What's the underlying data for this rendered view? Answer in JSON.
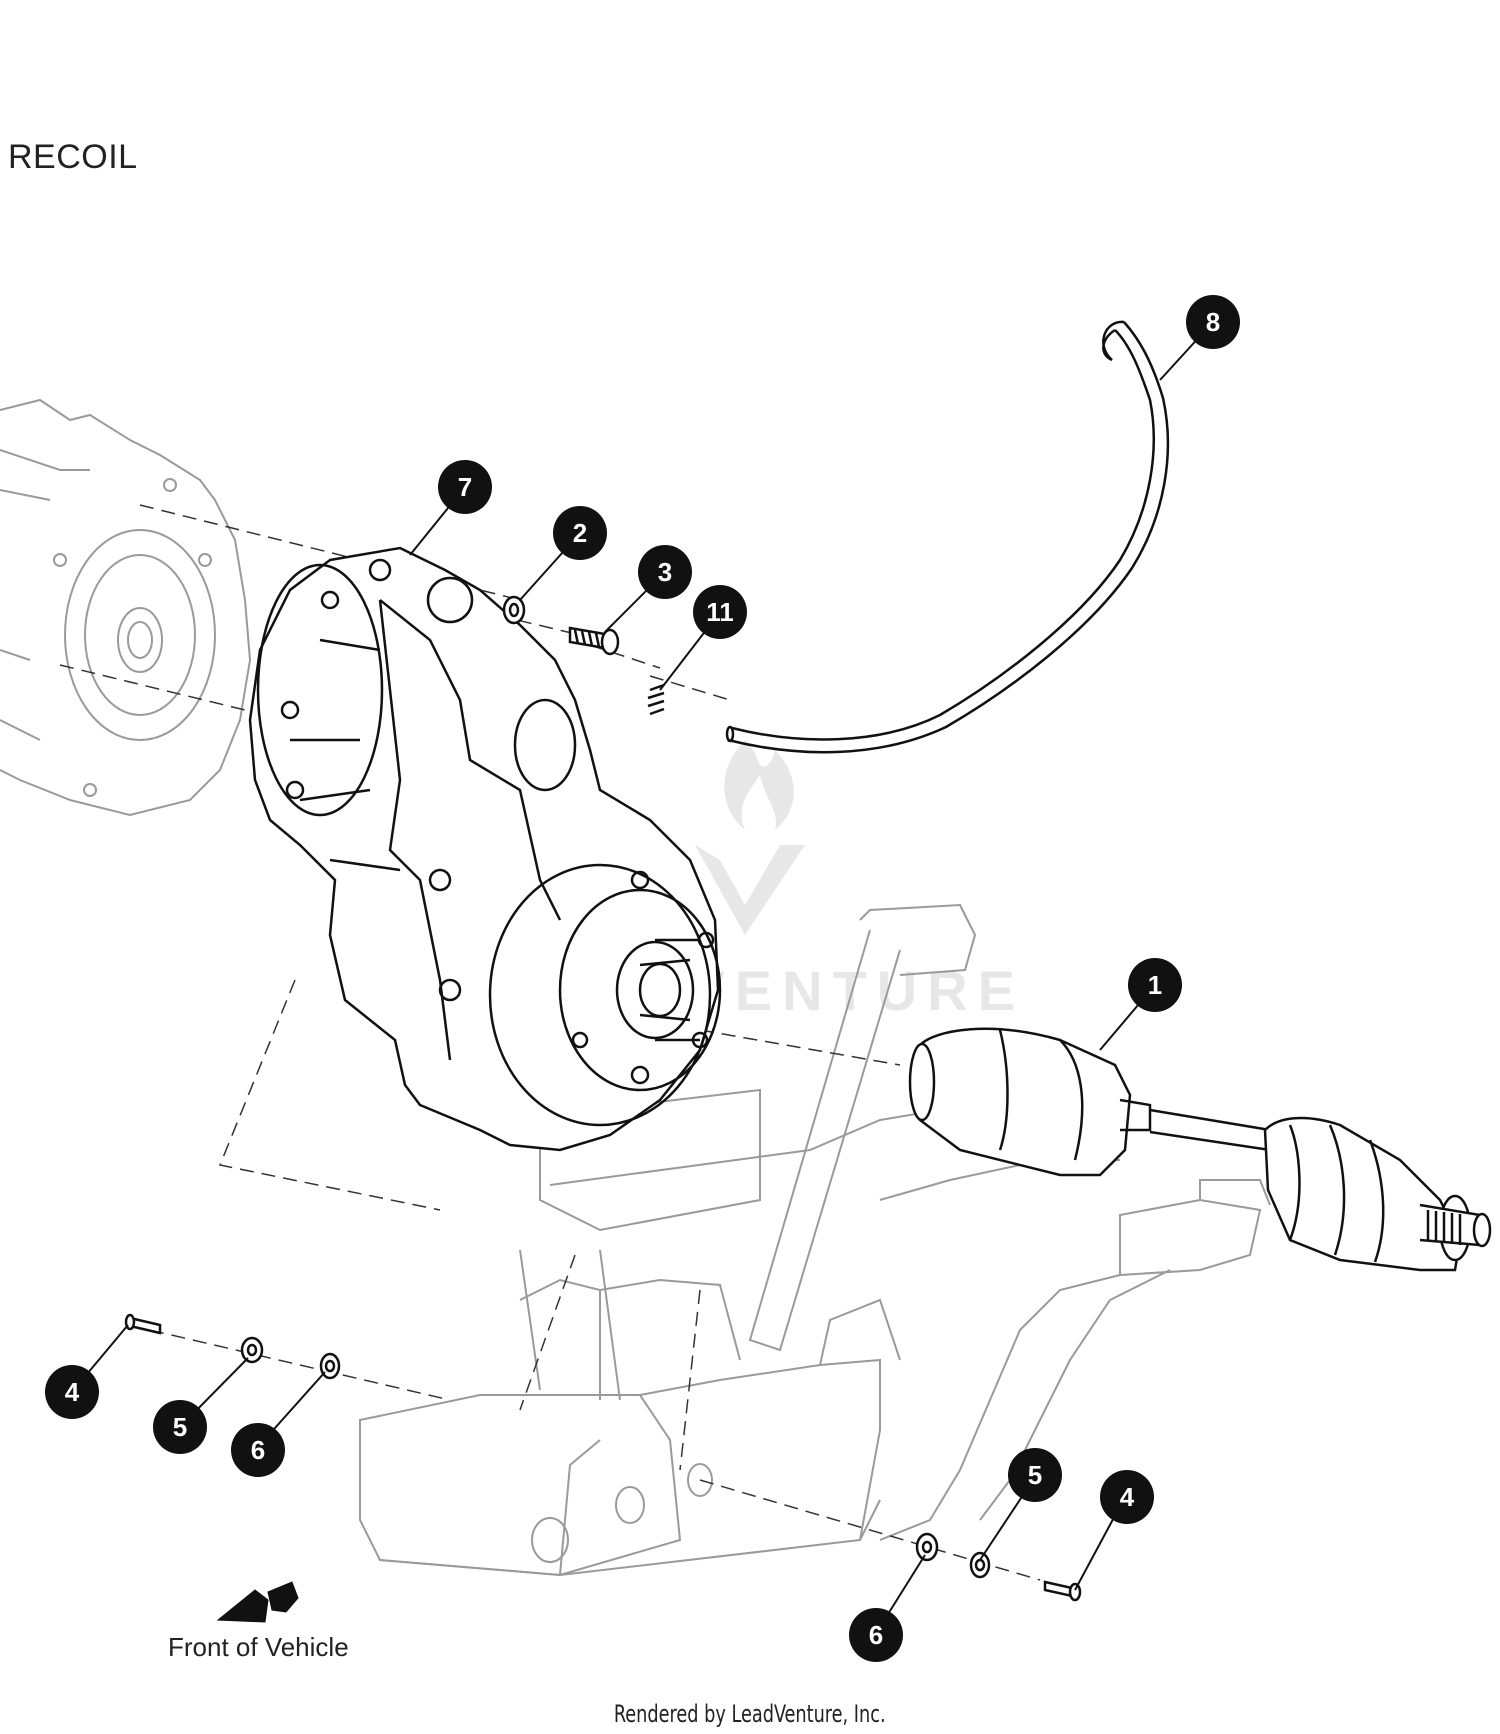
{
  "title": "RECOIL",
  "front_label": "Front of Vehicle",
  "rendered_by": "Rendered by LeadVenture, Inc.",
  "watermark_text": "LEADVENTURE",
  "callouts": [
    {
      "id": "c1",
      "label": "1"
    },
    {
      "id": "c2",
      "label": "2"
    },
    {
      "id": "c3",
      "label": "3"
    },
    {
      "id": "c4a",
      "label": "4"
    },
    {
      "id": "c4b",
      "label": "4"
    },
    {
      "id": "c5a",
      "label": "5"
    },
    {
      "id": "c5b",
      "label": "5"
    },
    {
      "id": "c6a",
      "label": "6"
    },
    {
      "id": "c6b",
      "label": "6"
    },
    {
      "id": "c7",
      "label": "7"
    },
    {
      "id": "c8",
      "label": "8"
    },
    {
      "id": "c11",
      "label": "11"
    }
  ],
  "colors": {
    "callout_fill": "#111111",
    "ghost_lines": "#9a9a9a",
    "part_lines": "#111111"
  }
}
